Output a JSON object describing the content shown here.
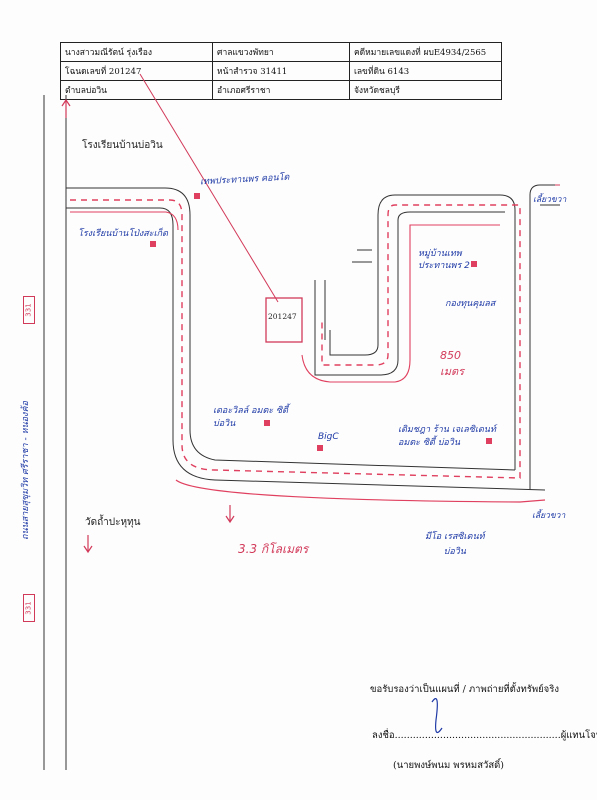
{
  "header": {
    "owner": "นางสาวมณีรัตน์ รุ่งเรือง",
    "court": "ศาลแขวงพัทยา",
    "case_no": "คดีหมายเลขแดงที่ ผบE4934/2565",
    "deed_no": "โฉนดเลขที่  201247",
    "survey_page": "หน้าสำรวจ  31411",
    "land_no": "เลขที่ดิน  6143",
    "subdistrict": "ตำบลบ่อวิน",
    "district": "อำเภอศรีราชา",
    "province": "จังหวัดชลบุรี"
  },
  "map": {
    "school": "โรงเรียนบ้านบ่อวิน",
    "temple_top": "เทพประทานพร คอนโด",
    "school2": "โรงเรียนบ้านโป่งสะเก็ด",
    "village": "หมู่บ้านเทพ\nประทานพร 2",
    "police": "กองทุนคุมลส",
    "distance_850": "850\nเมตร",
    "parcel_label": "201247",
    "the_villa": "เดอะวิลล์ อมตะ ซิตี้\nบ่อวิน",
    "bigc": "BigC",
    "supermarket": "เดิมชฎา ร้าน เจเลซิเดนท์\nอมตะ ซิตี้ บ่อวิน",
    "turn_right": "เลี้ยวขวา",
    "turn_right2": "เลี้ยวขวา",
    "mio": "มีโอ เรสซิเดนท์\nบ่อวิน",
    "temple_bottom": "วัดถ้ำปะหุทุน",
    "distance_km": "3.3  กิโลเมตร",
    "road_vertical": "ถนนสายสุขุมวิท ศรีราชา - หนองค้อ",
    "road_no_top": "331",
    "road_no_bottom": "331"
  },
  "footer": {
    "certify": "ขอรับรองว่าเป็นแผนที่ / ภาพถ่ายที่ตั้งทรัพย์จริง",
    "sign_prefix": "ลงชื่อ",
    "sign_suffix": "ผู้แทนโจทก์",
    "name": "(นายพงษ์พนม พรหมสวัสดิ์)"
  },
  "colors": {
    "road_line": "#e0405f",
    "handwriting": "#1f3aa6",
    "marker": "#e0405f"
  }
}
